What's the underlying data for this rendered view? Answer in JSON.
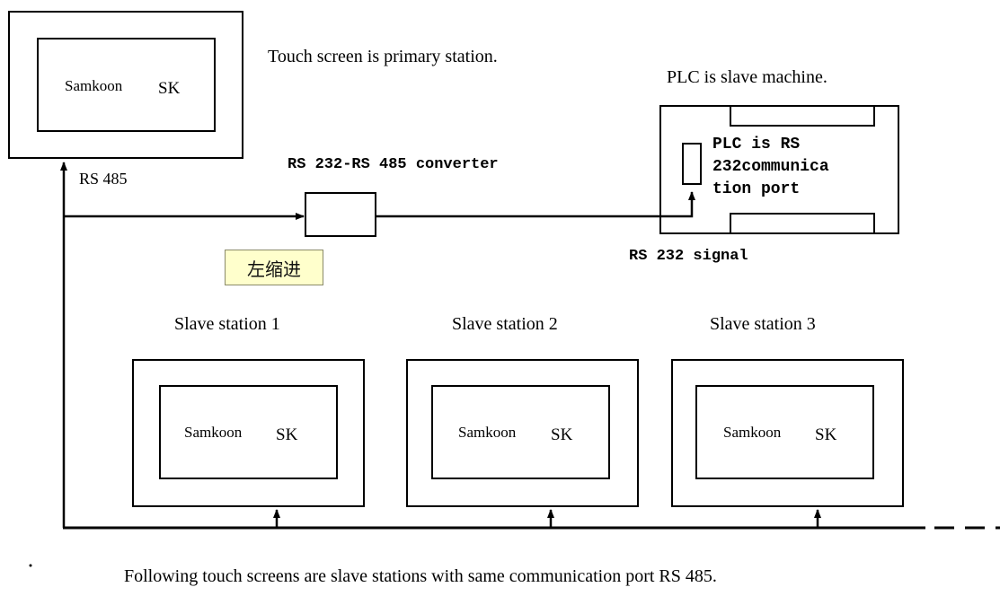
{
  "primary_station": {
    "brand": "Samkoon",
    "model": "SK",
    "caption": "Touch screen is primary station.",
    "port_label": "RS 485"
  },
  "converter": {
    "label": "RS 232-RS 485 converter"
  },
  "indent_tag": "左缩进",
  "plc": {
    "caption": "PLC is slave machine.",
    "port_text": [
      "PLC is RS",
      "232communica",
      "tion port"
    ],
    "signal_label": "RS 232 signal"
  },
  "slave_stations": [
    {
      "title": "Slave station 1",
      "brand": "Samkoon",
      "model": "SK"
    },
    {
      "title": "Slave station 2",
      "brand": "Samkoon",
      "model": "SK"
    },
    {
      "title": "Slave station 3",
      "brand": "Samkoon",
      "model": "SK"
    }
  ],
  "footer_note": "Following touch screens are slave stations with same communication port RS 485."
}
